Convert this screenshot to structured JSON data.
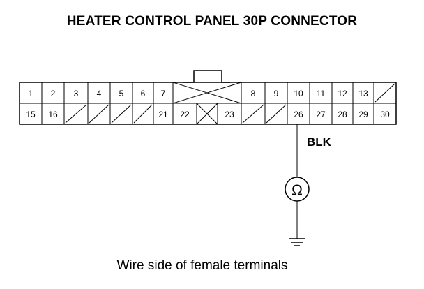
{
  "diagram": {
    "title": "HEATER CONTROL PANEL 30P CONNECTOR",
    "caption": "Wire side of female terminals",
    "wire_color_label": "BLK",
    "meter_symbol": "Ω",
    "connector": {
      "rows": [
        [
          {
            "label": "1"
          },
          {
            "label": "2"
          },
          {
            "label": "3"
          },
          {
            "label": "4"
          },
          {
            "label": "5"
          },
          {
            "label": "6"
          },
          {
            "label": "7"
          },
          {
            "label": "",
            "type": "lock-cross"
          },
          {
            "label": "8"
          },
          {
            "label": "9"
          },
          {
            "label": "10"
          },
          {
            "label": "11"
          },
          {
            "label": "12"
          },
          {
            "label": "13"
          },
          {
            "label": "",
            "type": "empty"
          }
        ],
        [
          {
            "label": "15"
          },
          {
            "label": "16"
          },
          {
            "label": "",
            "type": "empty"
          },
          {
            "label": "",
            "type": "empty"
          },
          {
            "label": "",
            "type": "empty"
          },
          {
            "label": "",
            "type": "empty"
          },
          {
            "label": "21"
          },
          {
            "label": "22"
          },
          {
            "label": "",
            "type": "cross"
          },
          {
            "label": "23"
          },
          {
            "label": "",
            "type": "empty"
          },
          {
            "label": "",
            "type": "empty"
          },
          {
            "label": "26"
          },
          {
            "label": "27"
          },
          {
            "label": "28"
          },
          {
            "label": "29"
          },
          {
            "label": "30"
          }
        ]
      ],
      "probe_terminal": "26"
    }
  },
  "colors": {
    "line": "#000000",
    "background": "#ffffff"
  }
}
